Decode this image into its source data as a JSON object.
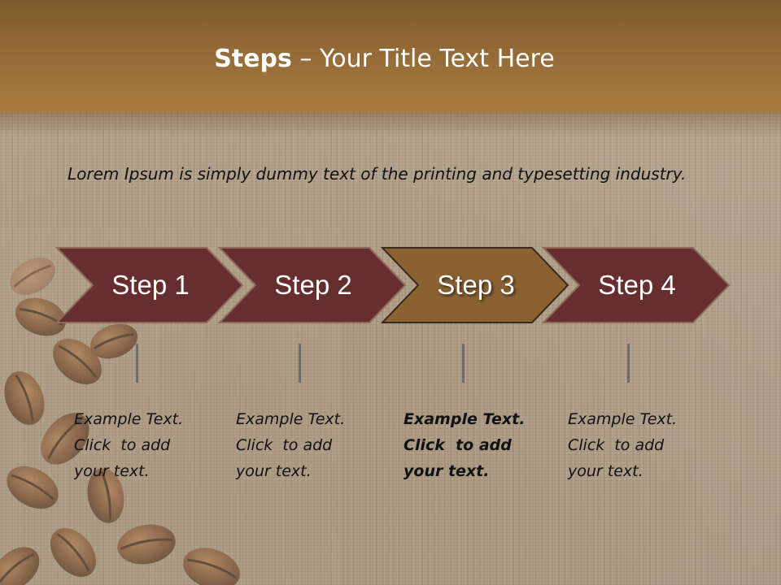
{
  "slide": {
    "title_bold": "Steps",
    "title_rest": "– Your Title Text Here",
    "body_text": "Lorem Ipsum is simply dummy text of the printing and typesetting industry."
  },
  "steps": [
    {
      "label": "Step 1",
      "color": "#662e2e",
      "lines": [
        "Example Text.",
        "Click  to add",
        "your text."
      ],
      "emphasized": false
    },
    {
      "label": "Step 2",
      "color": "#662e2e",
      "lines": [
        "Example Text.",
        "Click  to add",
        "your text."
      ],
      "emphasized": false
    },
    {
      "label": "Step 3",
      "color": "#8a6232",
      "lines": [
        "Example Text.",
        "Click  to add",
        "your text."
      ],
      "emphasized": true
    },
    {
      "label": "Step 4",
      "color": "#662e2e",
      "lines": [
        "Example Text.",
        "Click  to add",
        "your text."
      ],
      "emphasized": false
    }
  ],
  "colors": {
    "header": "#936a36",
    "chevron_default": "#662e2e",
    "chevron_highlight": "#8a6232",
    "text": "#111111"
  },
  "icons": [
    "chevron-arrow-shape",
    "coffee-bean-decoration"
  ]
}
